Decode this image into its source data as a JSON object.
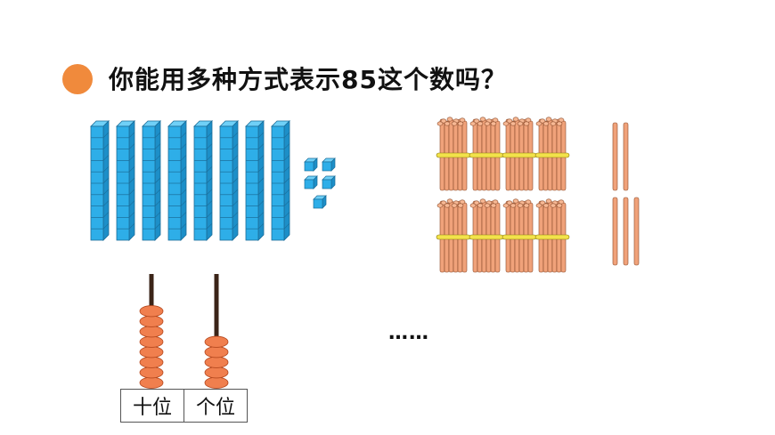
{
  "title": "你能用多种方式表示85这个数吗？",
  "ellipsis": "……",
  "place_value_labels": {
    "tens": "十位",
    "ones": "个位"
  },
  "representations": {
    "blocks": {
      "ten_rods": 8,
      "unit_cubes": 5
    },
    "sticks": {
      "bundles_of_ten": 8,
      "single_sticks": 5
    },
    "abacus": {
      "tens_beads": 8,
      "ones_beads": 5
    }
  },
  "colors": {
    "bullet": "#f08a3c",
    "block_blue": "#2eaee8",
    "stick_orange": "#f0a27a",
    "band_yellow": "#f2e24a",
    "bead_orange": "#f07f4e",
    "rod_brown": "#3b2418"
  }
}
